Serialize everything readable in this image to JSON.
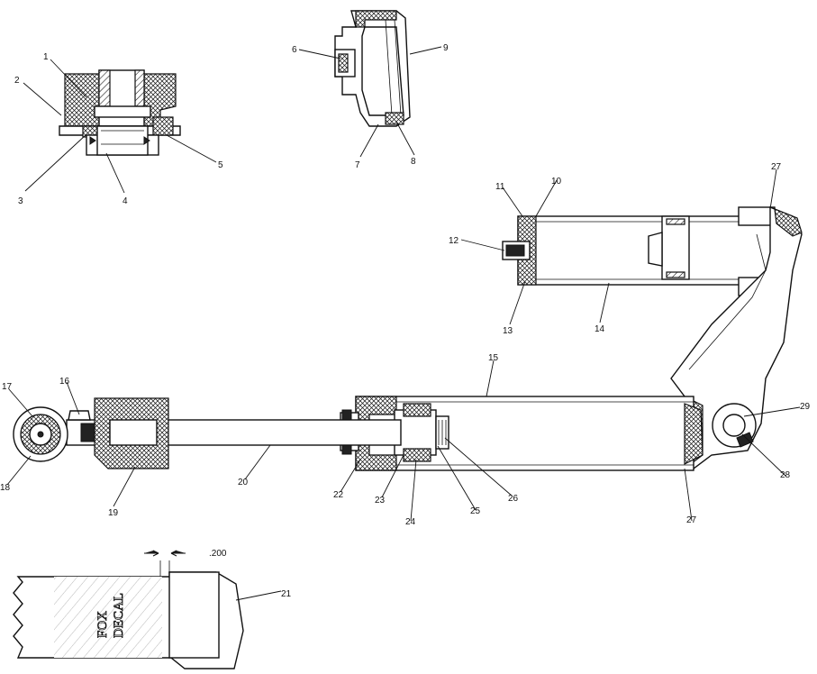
{
  "callouts": [
    {
      "id": "c1",
      "text": "1"
    },
    {
      "id": "c2",
      "text": "2"
    },
    {
      "id": "c3",
      "text": "3"
    },
    {
      "id": "c4",
      "text": "4"
    },
    {
      "id": "c5",
      "text": "5"
    },
    {
      "id": "c6",
      "text": "6"
    },
    {
      "id": "c7",
      "text": "7"
    },
    {
      "id": "c8",
      "text": "8"
    },
    {
      "id": "c9",
      "text": "9"
    },
    {
      "id": "c10",
      "text": "10"
    },
    {
      "id": "c11",
      "text": "11"
    },
    {
      "id": "c12",
      "text": "12"
    },
    {
      "id": "c13",
      "text": "13"
    },
    {
      "id": "c14",
      "text": "14"
    },
    {
      "id": "c15",
      "text": "15"
    },
    {
      "id": "c16",
      "text": "16"
    },
    {
      "id": "c17",
      "text": "17"
    },
    {
      "id": "c18",
      "text": "18"
    },
    {
      "id": "c19",
      "text": "19"
    },
    {
      "id": "c20",
      "text": "20"
    },
    {
      "id": "c21",
      "text": "21"
    },
    {
      "id": "c22",
      "text": "22"
    },
    {
      "id": "c23",
      "text": "23"
    },
    {
      "id": "c24",
      "text": "24"
    },
    {
      "id": "c25",
      "text": "25"
    },
    {
      "id": "c26",
      "text": "26"
    },
    {
      "id": "c27a",
      "text": "27"
    },
    {
      "id": "c27b",
      "text": "27"
    },
    {
      "id": "c28",
      "text": "28"
    },
    {
      "id": "c29",
      "text": "29"
    }
  ],
  "dimension": {
    "value": ".200"
  },
  "decal": {
    "line1": "FOX",
    "line2": "DECAL"
  }
}
